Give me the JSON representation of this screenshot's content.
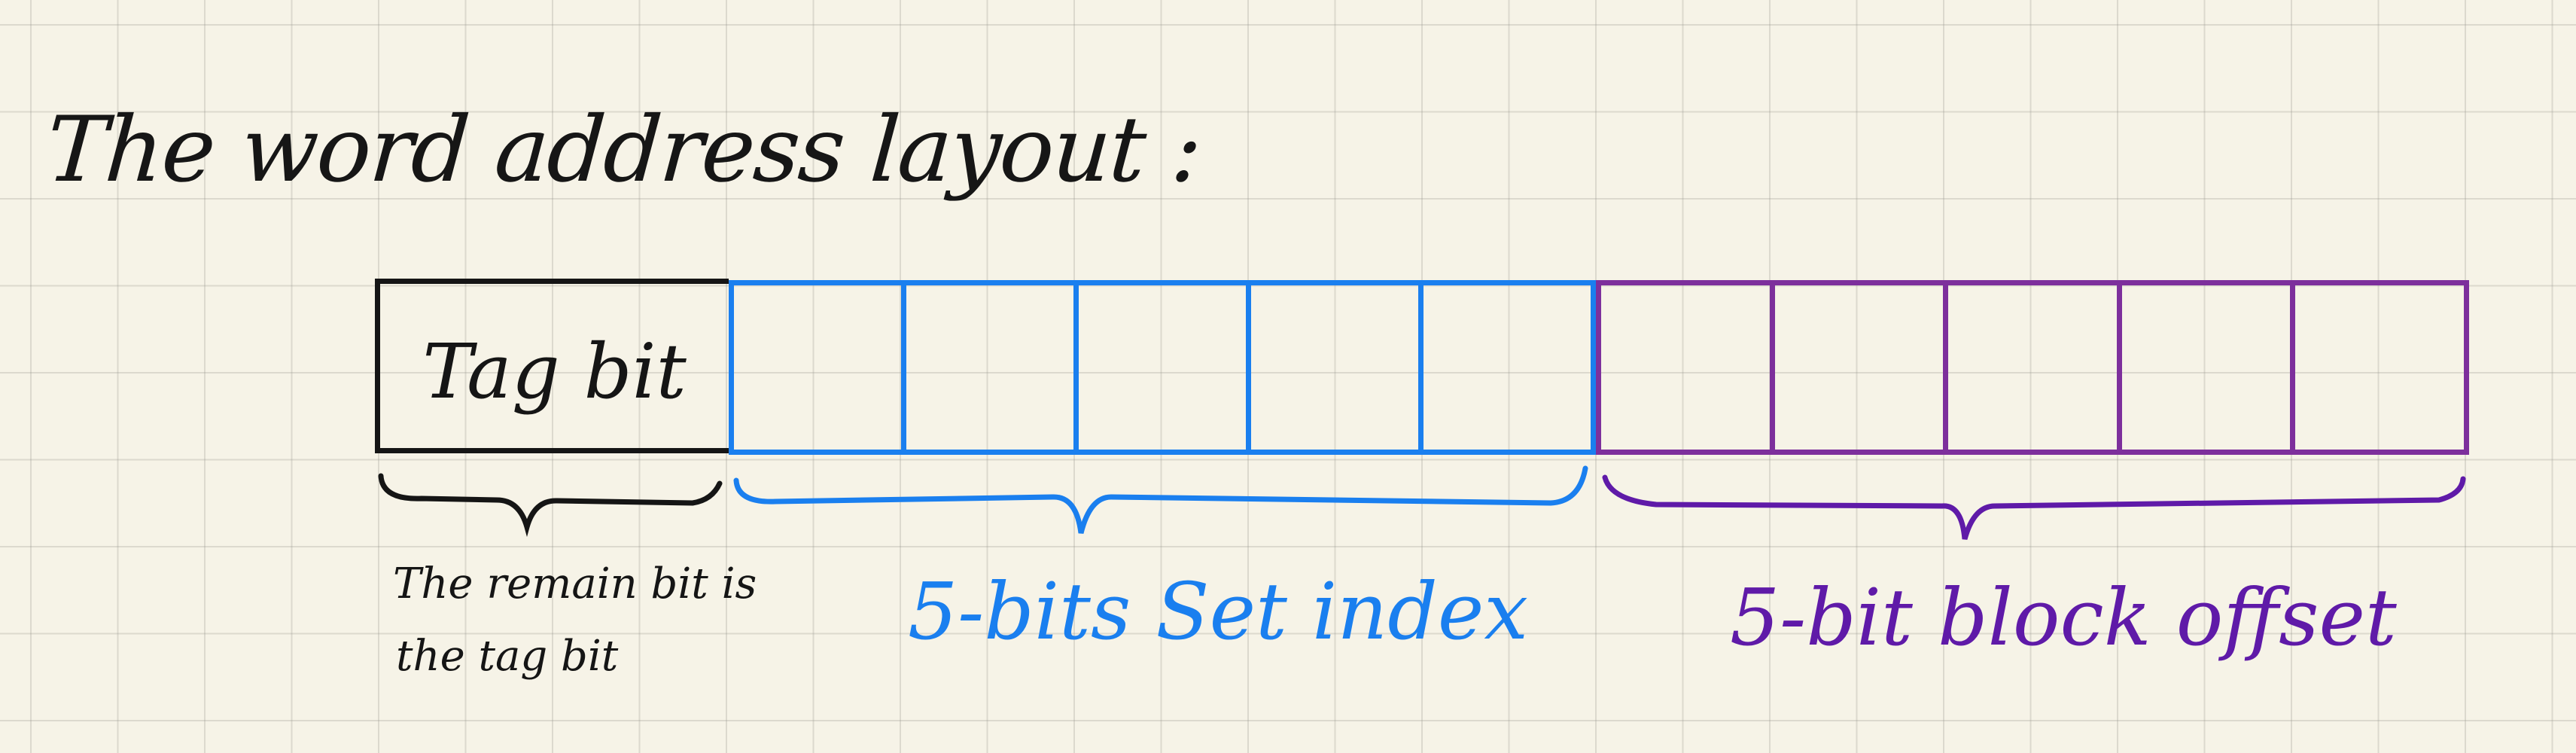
{
  "title": "The word address layout :",
  "tag_field": {
    "label": "Tag bit",
    "note_line1": "The remain bit is",
    "note_line2": "the tag bit",
    "color": "#151515"
  },
  "set_index_field": {
    "label": "5-bits Set index",
    "cell_count": 5,
    "color": "#1a7fef"
  },
  "block_offset_field": {
    "label": "5-bit block offset",
    "cell_count": 5,
    "color": "#7d2f9c"
  }
}
